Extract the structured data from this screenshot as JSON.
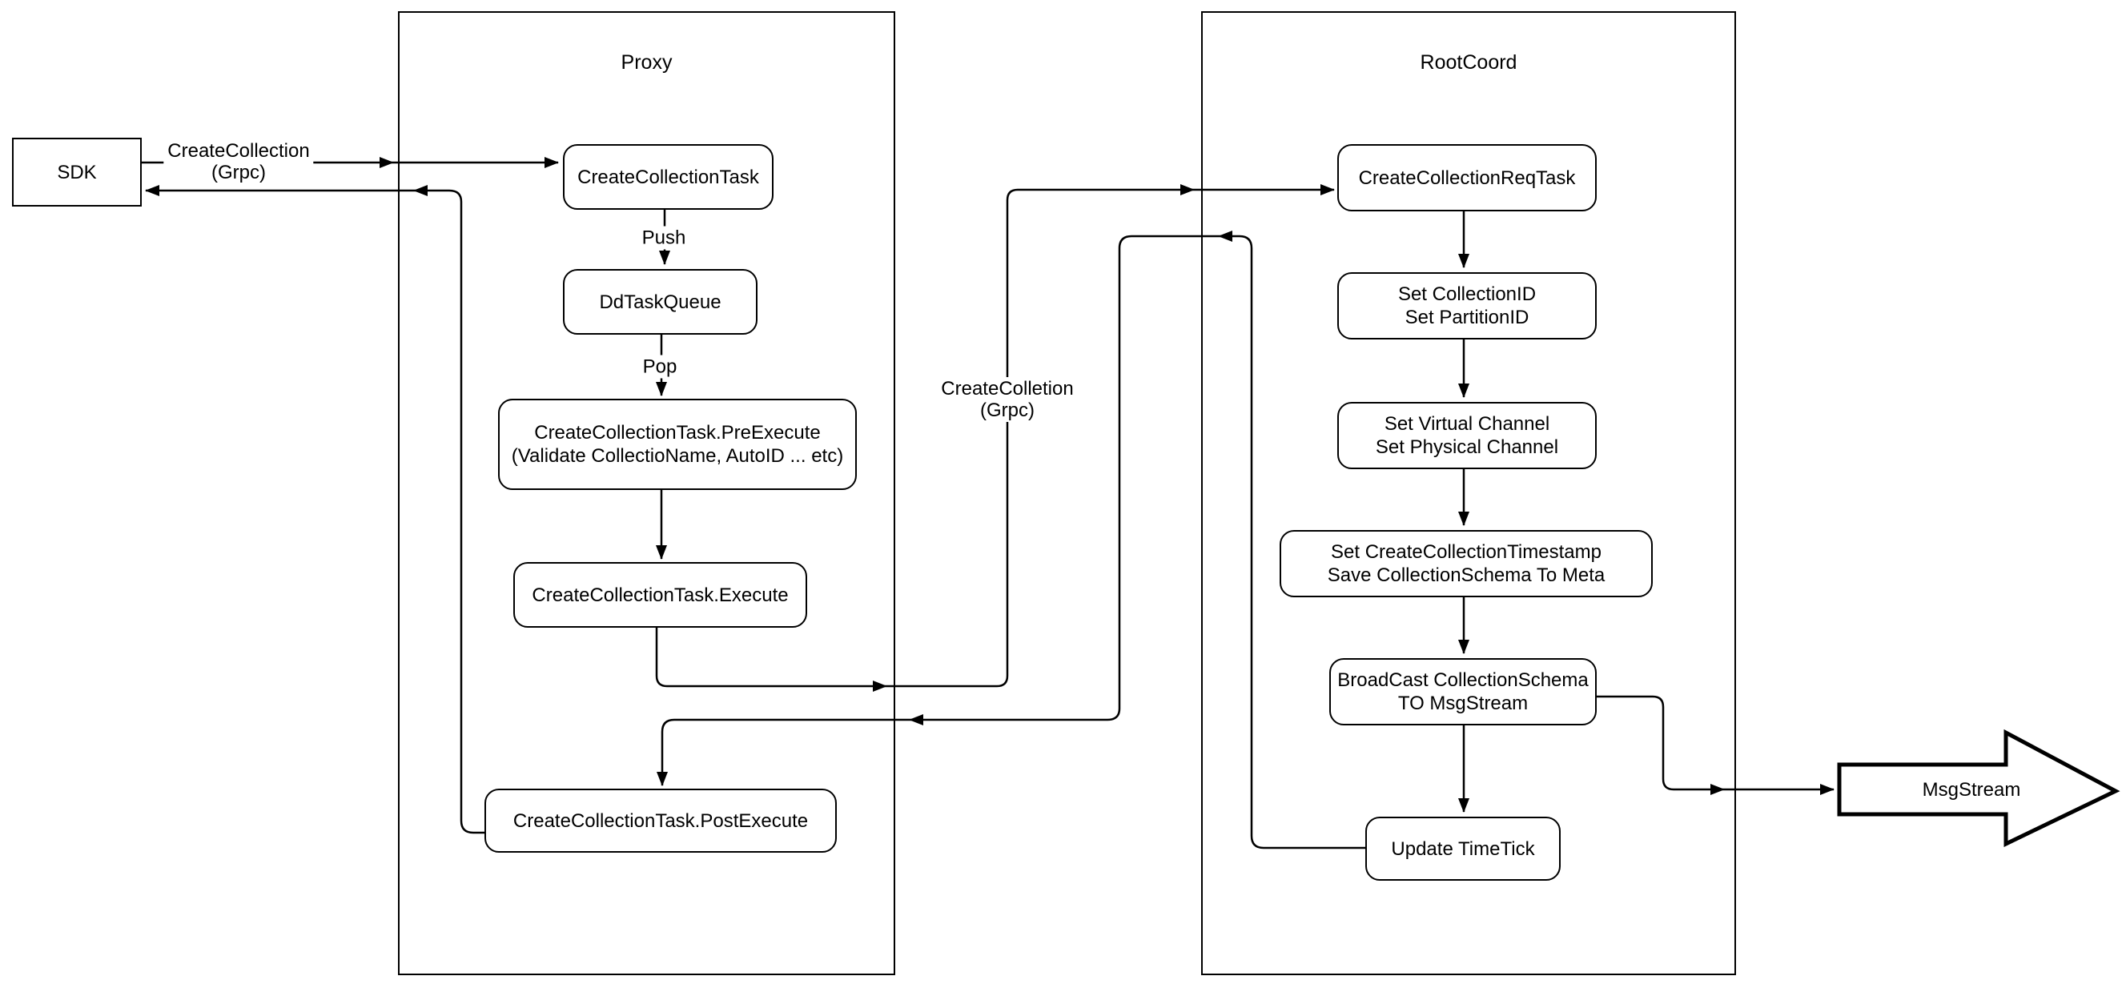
{
  "diagram": {
    "colors": {
      "stroke": "#000000",
      "background": "#ffffff"
    },
    "containers": {
      "proxy": {
        "title": "Proxy"
      },
      "rootcoord": {
        "title": "RootCoord"
      }
    },
    "nodes": {
      "sdk": {
        "label": "SDK"
      },
      "create_collection_task": {
        "label": "CreateCollectionTask"
      },
      "dd_task_queue": {
        "label": "DdTaskQueue"
      },
      "pre_execute": {
        "lines": [
          "CreateCollectionTask.PreExecute",
          "(Validate CollectioName, AutoID ... etc)"
        ]
      },
      "execute": {
        "label": "CreateCollectionTask.Execute"
      },
      "post_execute": {
        "label": "CreateCollectionTask.PostExecute"
      },
      "req_task": {
        "label": "CreateCollectionReqTask"
      },
      "set_ids": {
        "lines": [
          "Set CollectionID",
          "Set PartitionID"
        ]
      },
      "set_channels": {
        "lines": [
          "Set Virtual Channel",
          "Set Physical Channel"
        ]
      },
      "set_timestamp": {
        "lines": [
          "Set CreateCollectionTimestamp",
          "Save CollectionSchema To Meta"
        ]
      },
      "broadcast": {
        "lines": [
          "BroadCast CollectionSchema",
          "TO MsgStream"
        ]
      },
      "update_timetick": {
        "label": "Update TimeTick"
      },
      "msgstream": {
        "label": "MsgStream"
      }
    },
    "edge_labels": {
      "sdk_grpc": {
        "lines": [
          "CreateCollection",
          "(Grpc)"
        ]
      },
      "proxy_grpc": {
        "lines": [
          "CreateColletion",
          "(Grpc)"
        ]
      },
      "push": "Push",
      "pop": "Pop"
    }
  }
}
